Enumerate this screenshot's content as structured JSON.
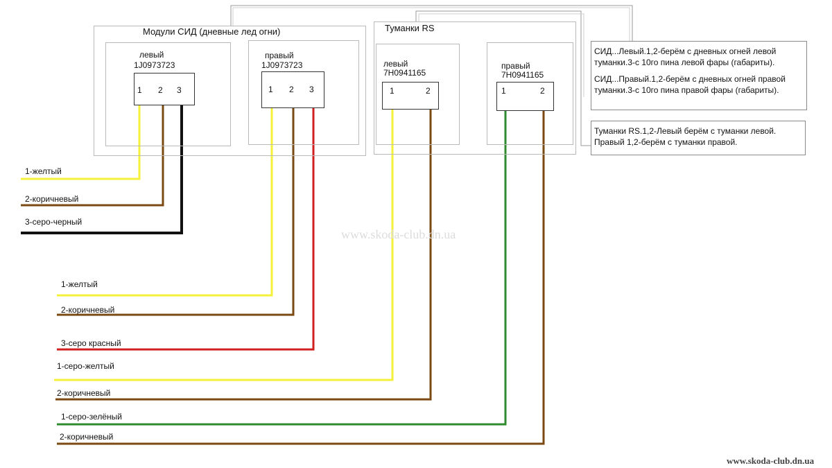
{
  "led_group": {
    "title": "Модули СИД (дневные лед огни)",
    "left": {
      "label": "левый",
      "part": "1J0973723",
      "pins": [
        "1",
        "2",
        "3"
      ]
    },
    "right": {
      "label": "правый",
      "part": "1J0973723",
      "pins": [
        "1",
        "2",
        "3"
      ]
    }
  },
  "fog_group": {
    "title": "Туманки RS",
    "left": {
      "label": "левый",
      "part": "7H0941165",
      "pins": [
        "1",
        "2"
      ]
    },
    "right": {
      "label": "правый",
      "part": "7H0941165",
      "pins": [
        "1",
        "2"
      ]
    }
  },
  "notes": {
    "led_left": "СИД...Левый.1,2-берём с дневных огней левой туманки.3-с 10го пина левой фары (габариты).",
    "led_left_l1": "СИД...Левый.1,2-берём с дневных огней левой",
    "led_left_l2": "туманки.3-с 10го пина левой фары (габариты).",
    "led_right_l1": "СИД...Правый.1,2-берём с дневных огней правой",
    "led_right_l2": "туманки.3-с 10го пина правой фары (габариты).",
    "fog_l1": "Туманки RS.1,2-Левый берём с туманки левой.",
    "fog_l2": "Правый 1,2-берём с туманки правой."
  },
  "wires": [
    {
      "label": "1-желтый",
      "color": "#f5f03a"
    },
    {
      "label": "2-коричневый",
      "color": "#7a4a12"
    },
    {
      "label": "3-серо-черный",
      "color": "#111111"
    },
    {
      "label": "1-желтый",
      "color": "#f5f03a"
    },
    {
      "label": "2-коричневый",
      "color": "#7a4a12"
    },
    {
      "label": "3-серо красный",
      "color": "#d22020"
    },
    {
      "label": "1-серо-желтый",
      "color": "#f5f03a"
    },
    {
      "label": "2-коричневый",
      "color": "#7a4a12"
    },
    {
      "label": "1-серо-зелёный",
      "color": "#2e8b2e"
    },
    {
      "label": "2-коричневый",
      "color": "#7a4a12"
    }
  ],
  "watermark_center": "www.skoda-club.dn.ua",
  "watermark_corner": "www.skoda-club.dn.ua"
}
